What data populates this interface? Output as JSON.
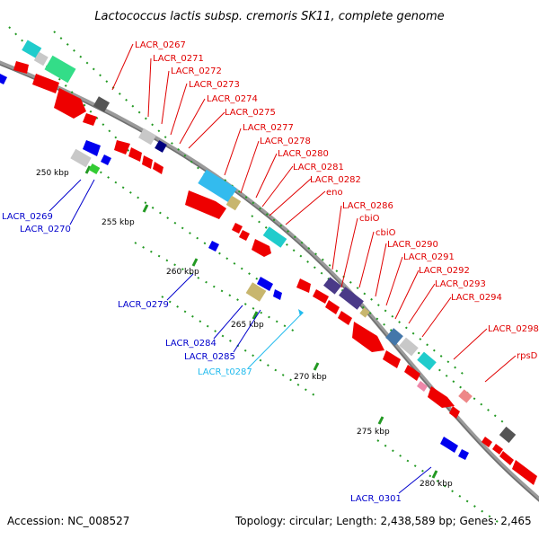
{
  "title": "Lactococcus lactis subsp. cremoris SK11, complete genome",
  "footer": {
    "accession": "Accession: NC_008527",
    "summary": "Topology: circular; Length: 2,438,589 bp; Genes: 2,465"
  },
  "colors": {
    "backbone": "#808080",
    "forward_label": "#e00000",
    "reverse_label": "#0000cc",
    "trna_label": "#22bbee",
    "dots": "#229922"
  },
  "ticks": [
    "250 kbp",
    "255 kbp",
    "260 kbp",
    "265 kbp",
    "270 kbp",
    "275 kbp",
    "280 kbp"
  ],
  "forward_labels": [
    "LACR_0267",
    "LACR_0271",
    "LACR_0272",
    "LACR_0273",
    "LACR_0274",
    "LACR_0275",
    "LACR_0277",
    "LACR_0278",
    "LACR_0280",
    "LACR_0281",
    "LACR_0282",
    "eno",
    "LACR_0286",
    "cbiO",
    "cbiO",
    "LACR_0290",
    "LACR_0291",
    "LACR_0292",
    "LACR_0293",
    "LACR_0294",
    "LACR_0298",
    "rpsD"
  ],
  "reverse_labels": [
    "LACR_0269",
    "LACR_0270",
    "LACR_0279",
    "LACR_0284",
    "LACR_0285",
    "LACR_t0287",
    "LACR_0301"
  ]
}
